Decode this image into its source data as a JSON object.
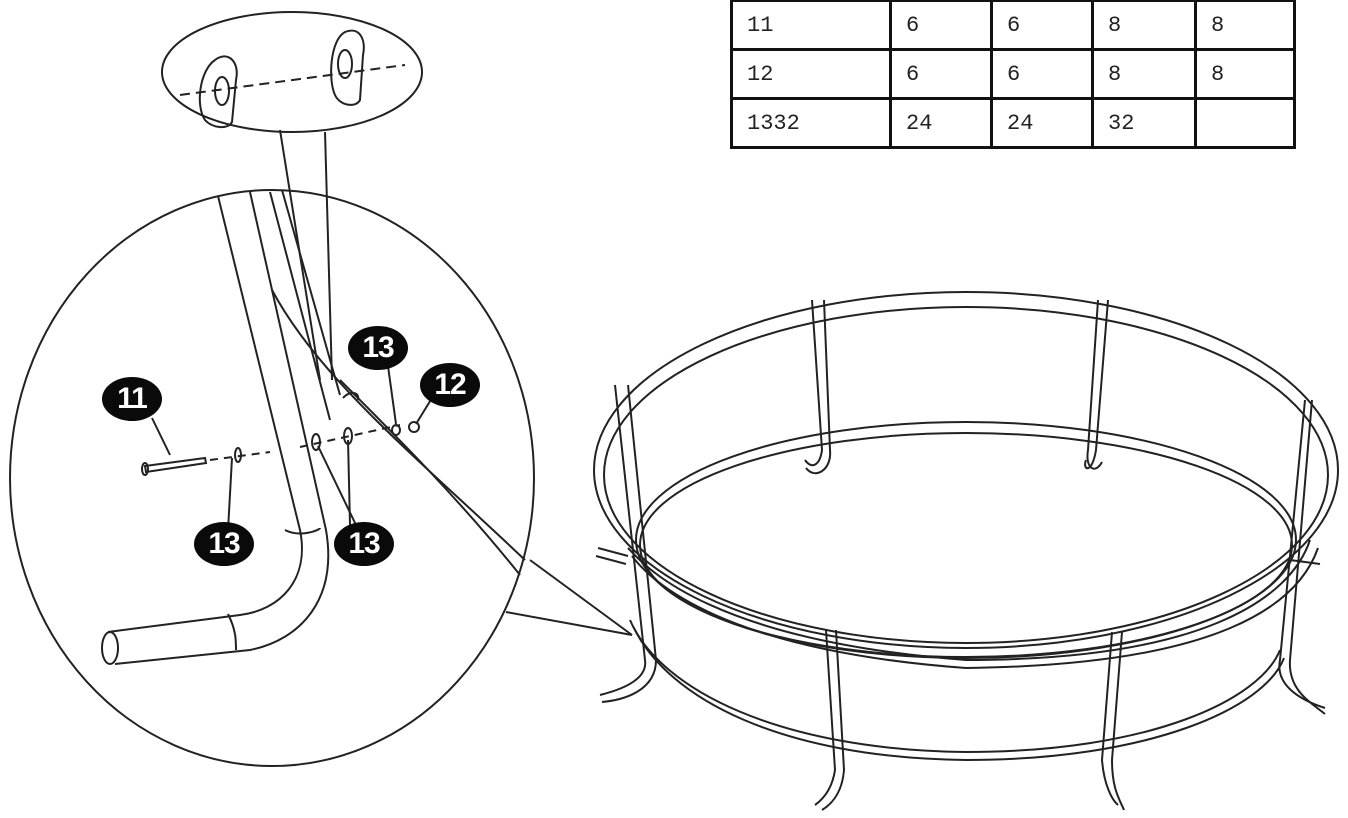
{
  "quantity_table": {
    "rows": [
      [
        "11",
        "6",
        "6",
        "8",
        "8"
      ],
      [
        "12",
        "6",
        "6",
        "8",
        "8"
      ],
      [
        "1332",
        "24",
        "24",
        "32",
        ""
      ]
    ]
  },
  "callouts": {
    "bolt": "11",
    "nut": "12",
    "washer_upper": "13",
    "washer_left": "13",
    "washer_center": "13"
  },
  "colors": {
    "line": "#111111",
    "callout_bg": "#0a0a0a",
    "callout_text": "#ffffff",
    "background": "#ffffff"
  }
}
